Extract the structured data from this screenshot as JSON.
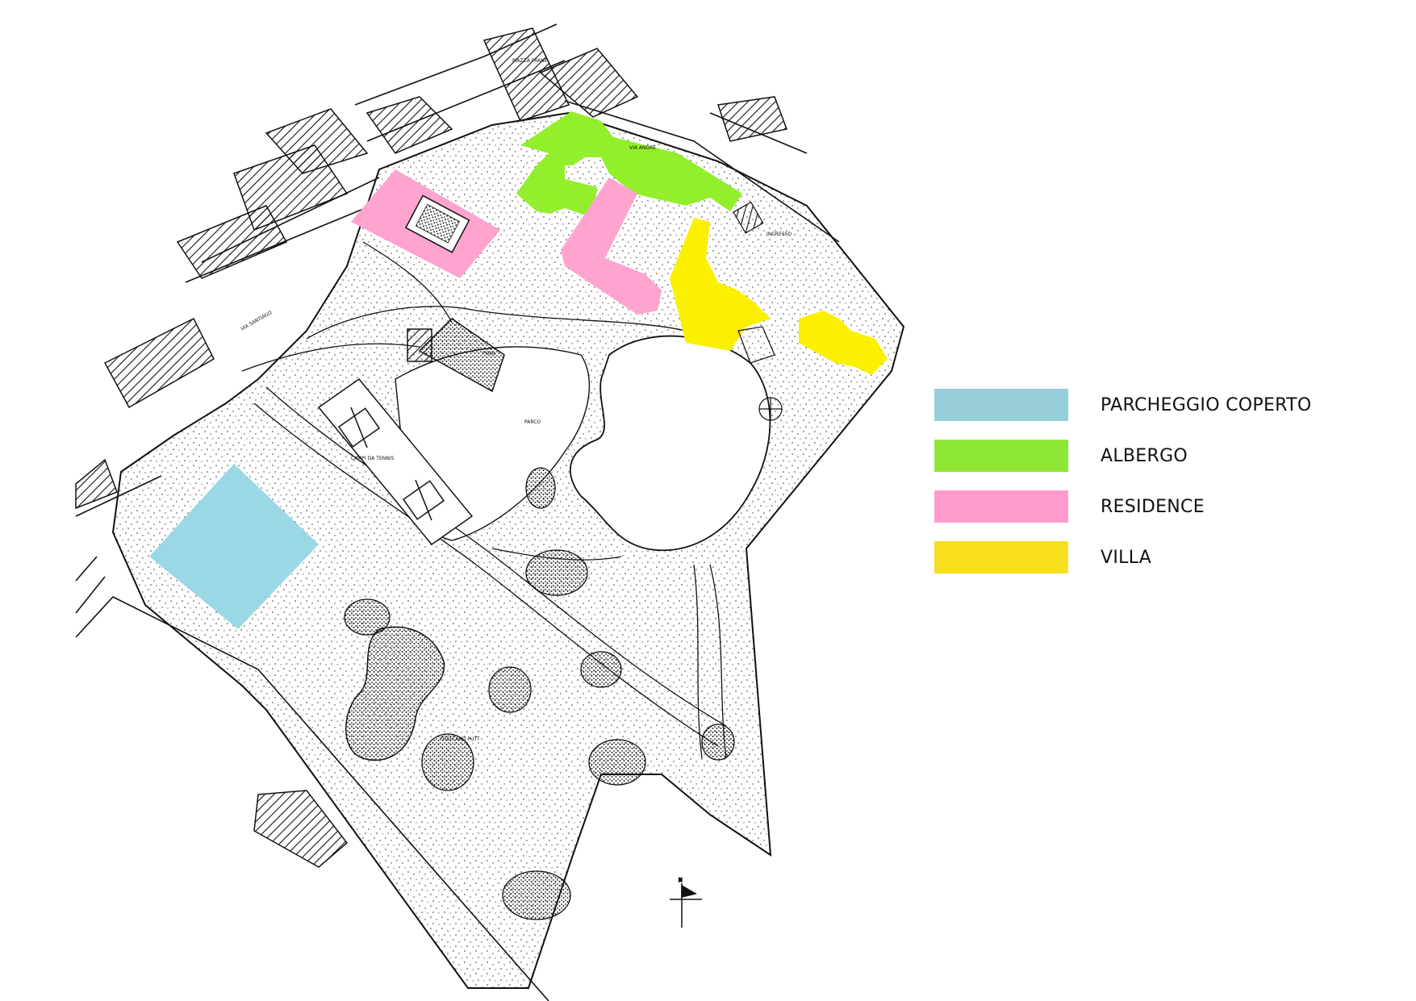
{
  "map": {
    "street_labels": {
      "piazza": "PIAZZA FRANE",
      "north_road": "VIA ANDRE",
      "ingresso": "INGRESSO",
      "west_road": "VIA SANTIAGO",
      "parco": "PARCO",
      "tennis": "CAMPI DA TENNIS",
      "pitch_putt": "PITCH AND PUTT",
      "pool": "POOL"
    },
    "north_arrow_label": "N"
  },
  "legend": {
    "items": [
      {
        "label": "PARCHEGGIO COPERTO",
        "color": "#96CED9"
      },
      {
        "label": "ALBERGO",
        "color": "#8EE635"
      },
      {
        "label": "RESIDENCE",
        "color": "#FF9CCD"
      },
      {
        "label": "VILLA",
        "color": "#F9E01F"
      }
    ]
  },
  "zones": {
    "parcheggio_color": "#9BD8E5",
    "albergo_color": "#93EE2B",
    "residence_color": "#FFA3CF",
    "villa_color": "#FAF000"
  }
}
